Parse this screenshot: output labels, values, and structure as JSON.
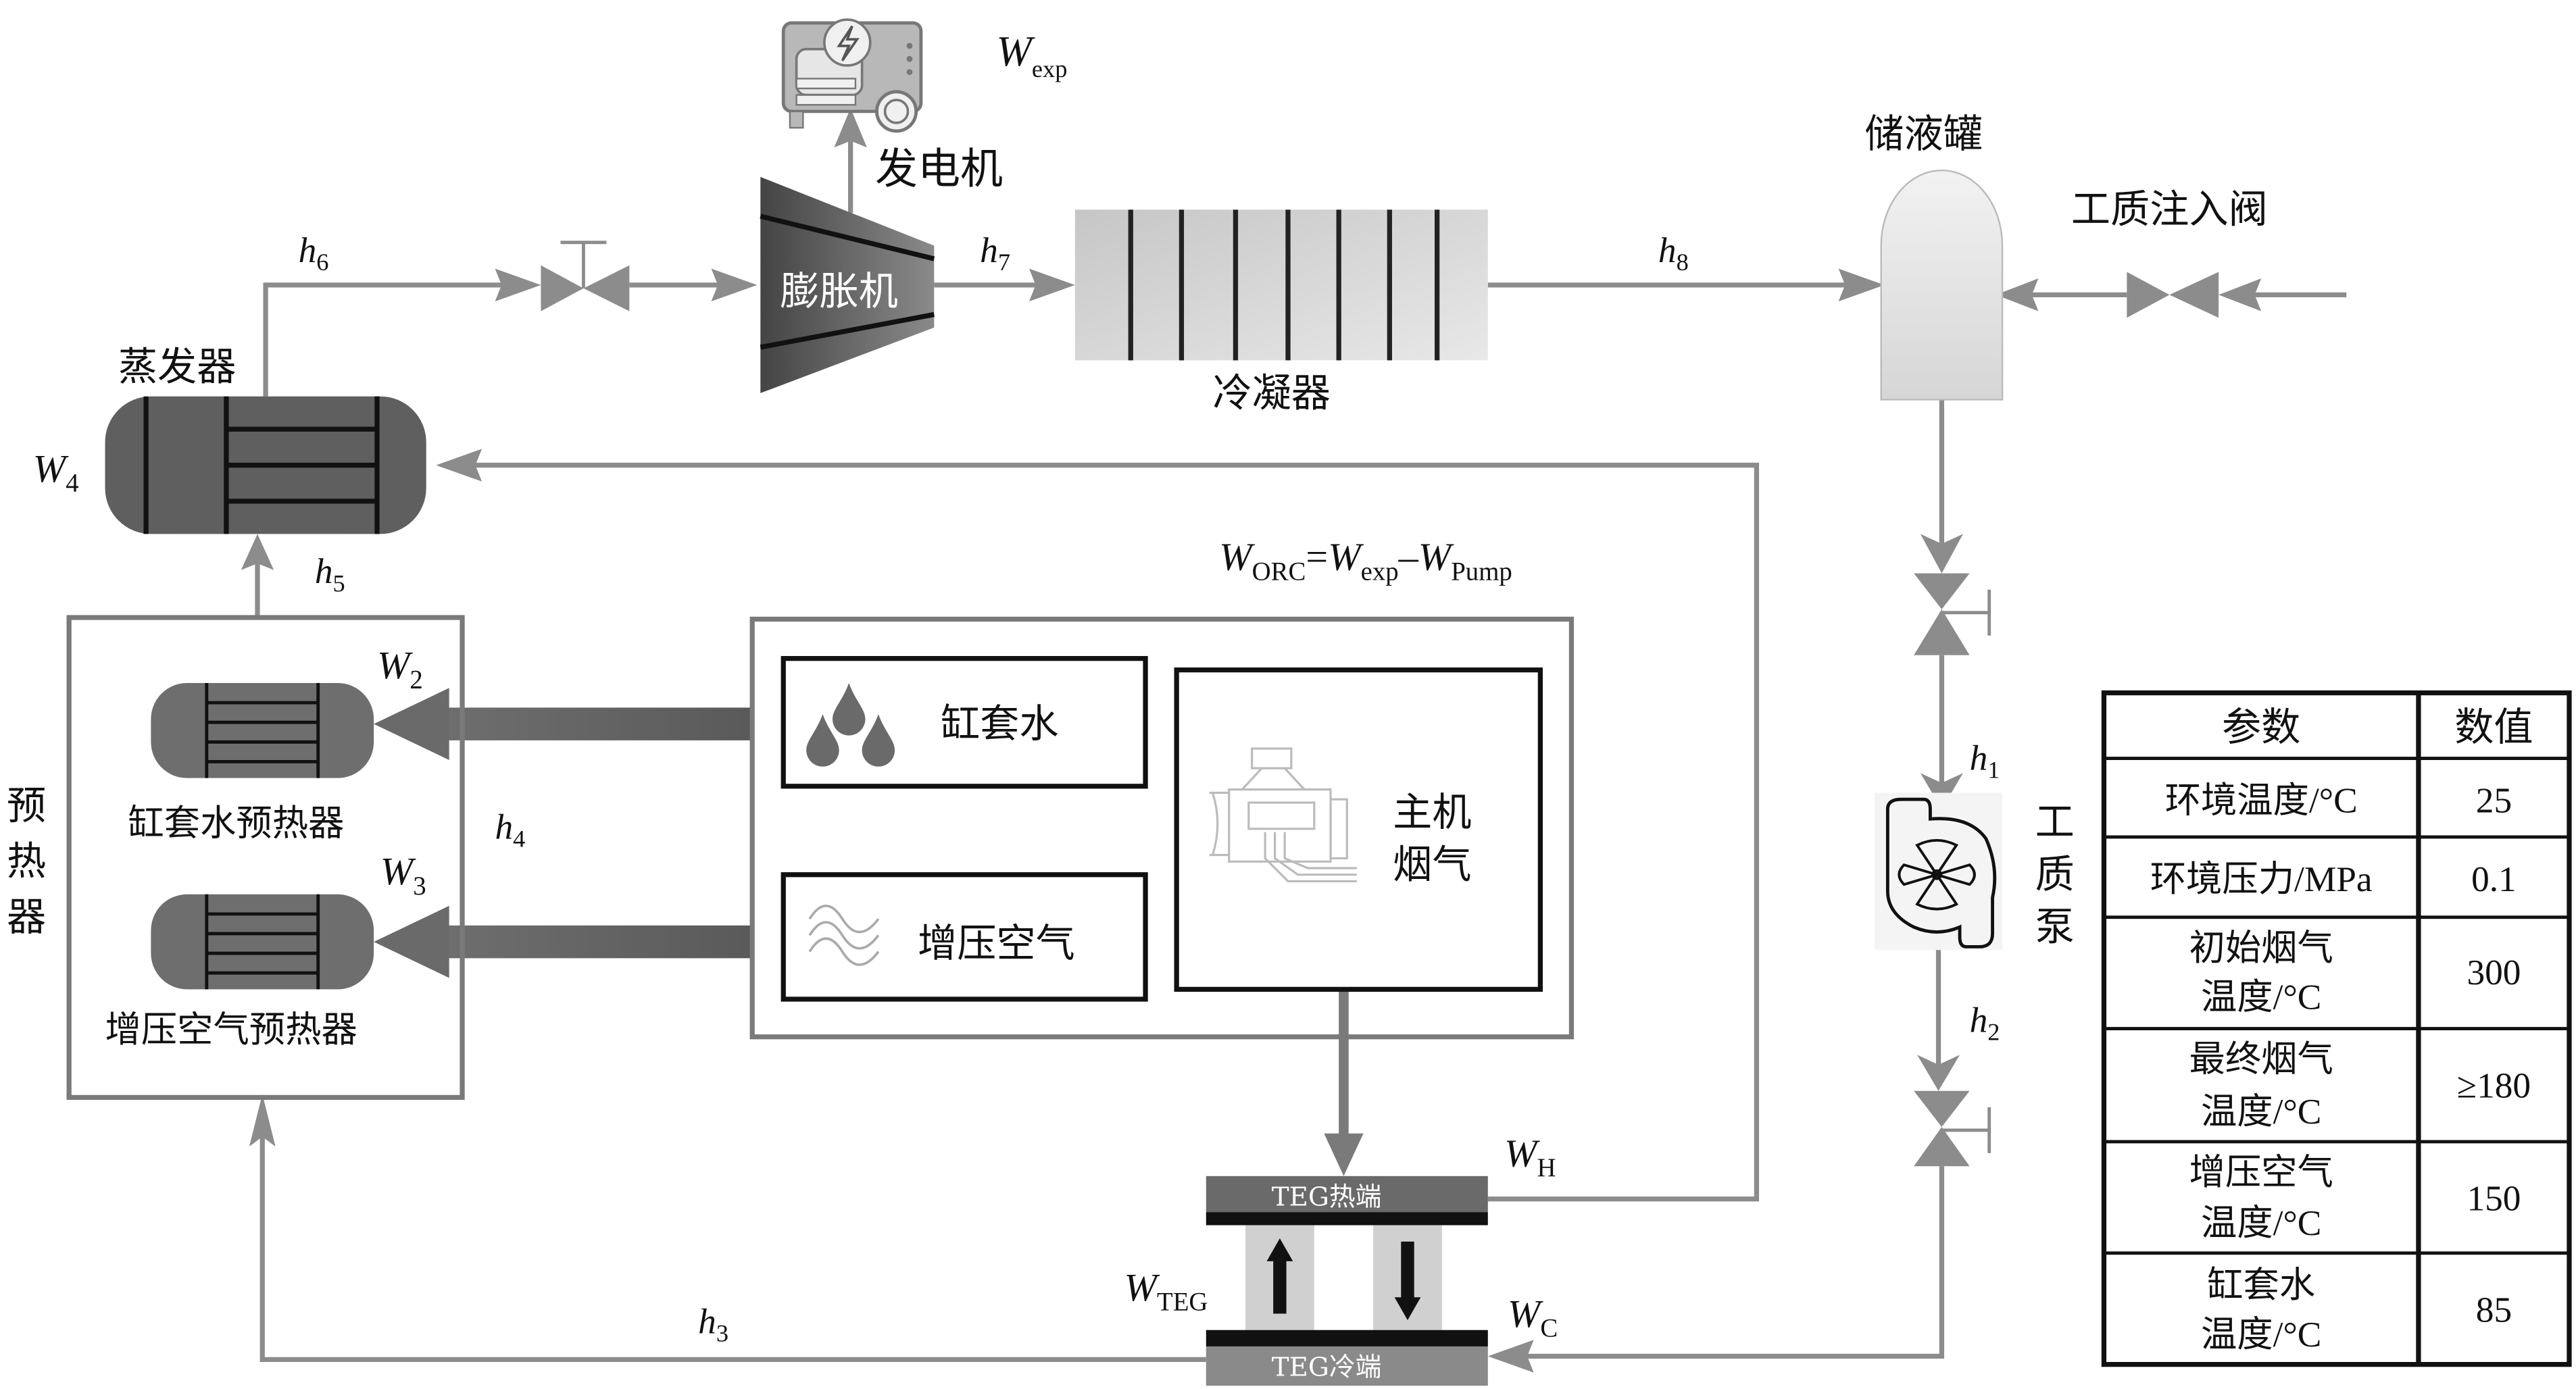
{
  "labels": {
    "generator": "发电机",
    "expander": "膨胀机",
    "condenser": "冷凝器",
    "receiver_tank": "储液罐",
    "injection_valve": "工质注入阀",
    "evaporator": "蒸发器",
    "preheater_group": [
      "预",
      "热",
      "器"
    ],
    "jacket_water_preheater": "缸套水预热器",
    "charge_air_preheater": "增压空气预热器",
    "jacket_water": "缸套水",
    "charge_air": "增压空气",
    "main_engine_exhaust": [
      "主机",
      "烟气"
    ],
    "working_fluid_pump": [
      "工",
      "质",
      "泵"
    ],
    "teg_hot": "TEG热端",
    "teg_cold": "TEG冷端"
  },
  "symbols": {
    "W_exp": {
      "base": "W",
      "sub": "exp"
    },
    "W4": {
      "base": "W",
      "sub": "4"
    },
    "W2": {
      "base": "W",
      "sub": "2"
    },
    "W3": {
      "base": "W",
      "sub": "3"
    },
    "W_H": {
      "base": "W",
      "sub": "H"
    },
    "W_C": {
      "base": "W",
      "sub": "C"
    },
    "W_TEG": {
      "base": "W",
      "sub": "TEG"
    },
    "h1": {
      "base": "h",
      "sub": "1"
    },
    "h2": {
      "base": "h",
      "sub": "2"
    },
    "h3": {
      "base": "h",
      "sub": "3"
    },
    "h4": {
      "base": "h",
      "sub": "4"
    },
    "h5": {
      "base": "h",
      "sub": "5"
    },
    "h6": {
      "base": "h",
      "sub": "6"
    },
    "h7": {
      "base": "h",
      "sub": "7"
    },
    "h8": {
      "base": "h",
      "sub": "8"
    }
  },
  "equation": {
    "lhs": {
      "base": "W",
      "sub": "ORC"
    },
    "eq": "=",
    "t1": {
      "base": "W",
      "sub": "exp"
    },
    "minus": "–",
    "t2": {
      "base": "W",
      "sub": "Pump"
    }
  },
  "table": {
    "headers": [
      "参数",
      "数值"
    ],
    "rows": [
      {
        "param": [
          "环境温度/°C"
        ],
        "value": "25"
      },
      {
        "param": [
          "环境压力/MPa"
        ],
        "value": "0.1"
      },
      {
        "param": [
          "初始烟气",
          "温度/°C"
        ],
        "value": "300"
      },
      {
        "param": [
          "最终烟气",
          "温度/°C"
        ],
        "value": "≥180"
      },
      {
        "param": [
          "增压空气",
          "温度/°C"
        ],
        "value": "150"
      },
      {
        "param": [
          "缸套水",
          "温度/°C"
        ],
        "value": "85"
      }
    ]
  },
  "colors": {
    "pipe": "#8c8c8c",
    "equipment_dark": "#5f5f5f",
    "equipment_mid": "#6e6e6e",
    "condenser_light": "#d8d8d8",
    "tank_light": "#e6e6e6",
    "teg_plate": "#6a6a6a",
    "teg_leg": "#d0d0d0"
  }
}
